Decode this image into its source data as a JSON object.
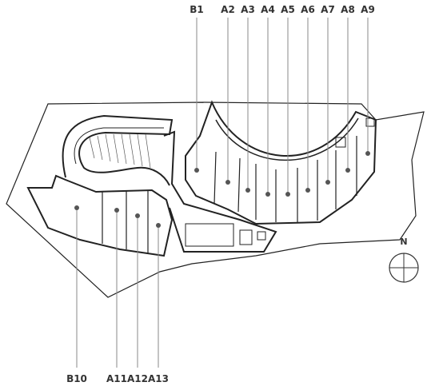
{
  "units_top": [
    "B1",
    "A2",
    "A3",
    "A4",
    "A5",
    "A6",
    "A7",
    "A8",
    "A9"
  ],
  "units_bottom": [
    "B10",
    "A11",
    "A12",
    "A13"
  ],
  "compass": {
    "label": "N"
  },
  "colors": {
    "line": "#222222",
    "leader": "#8a8a8a",
    "text": "#333333"
  }
}
